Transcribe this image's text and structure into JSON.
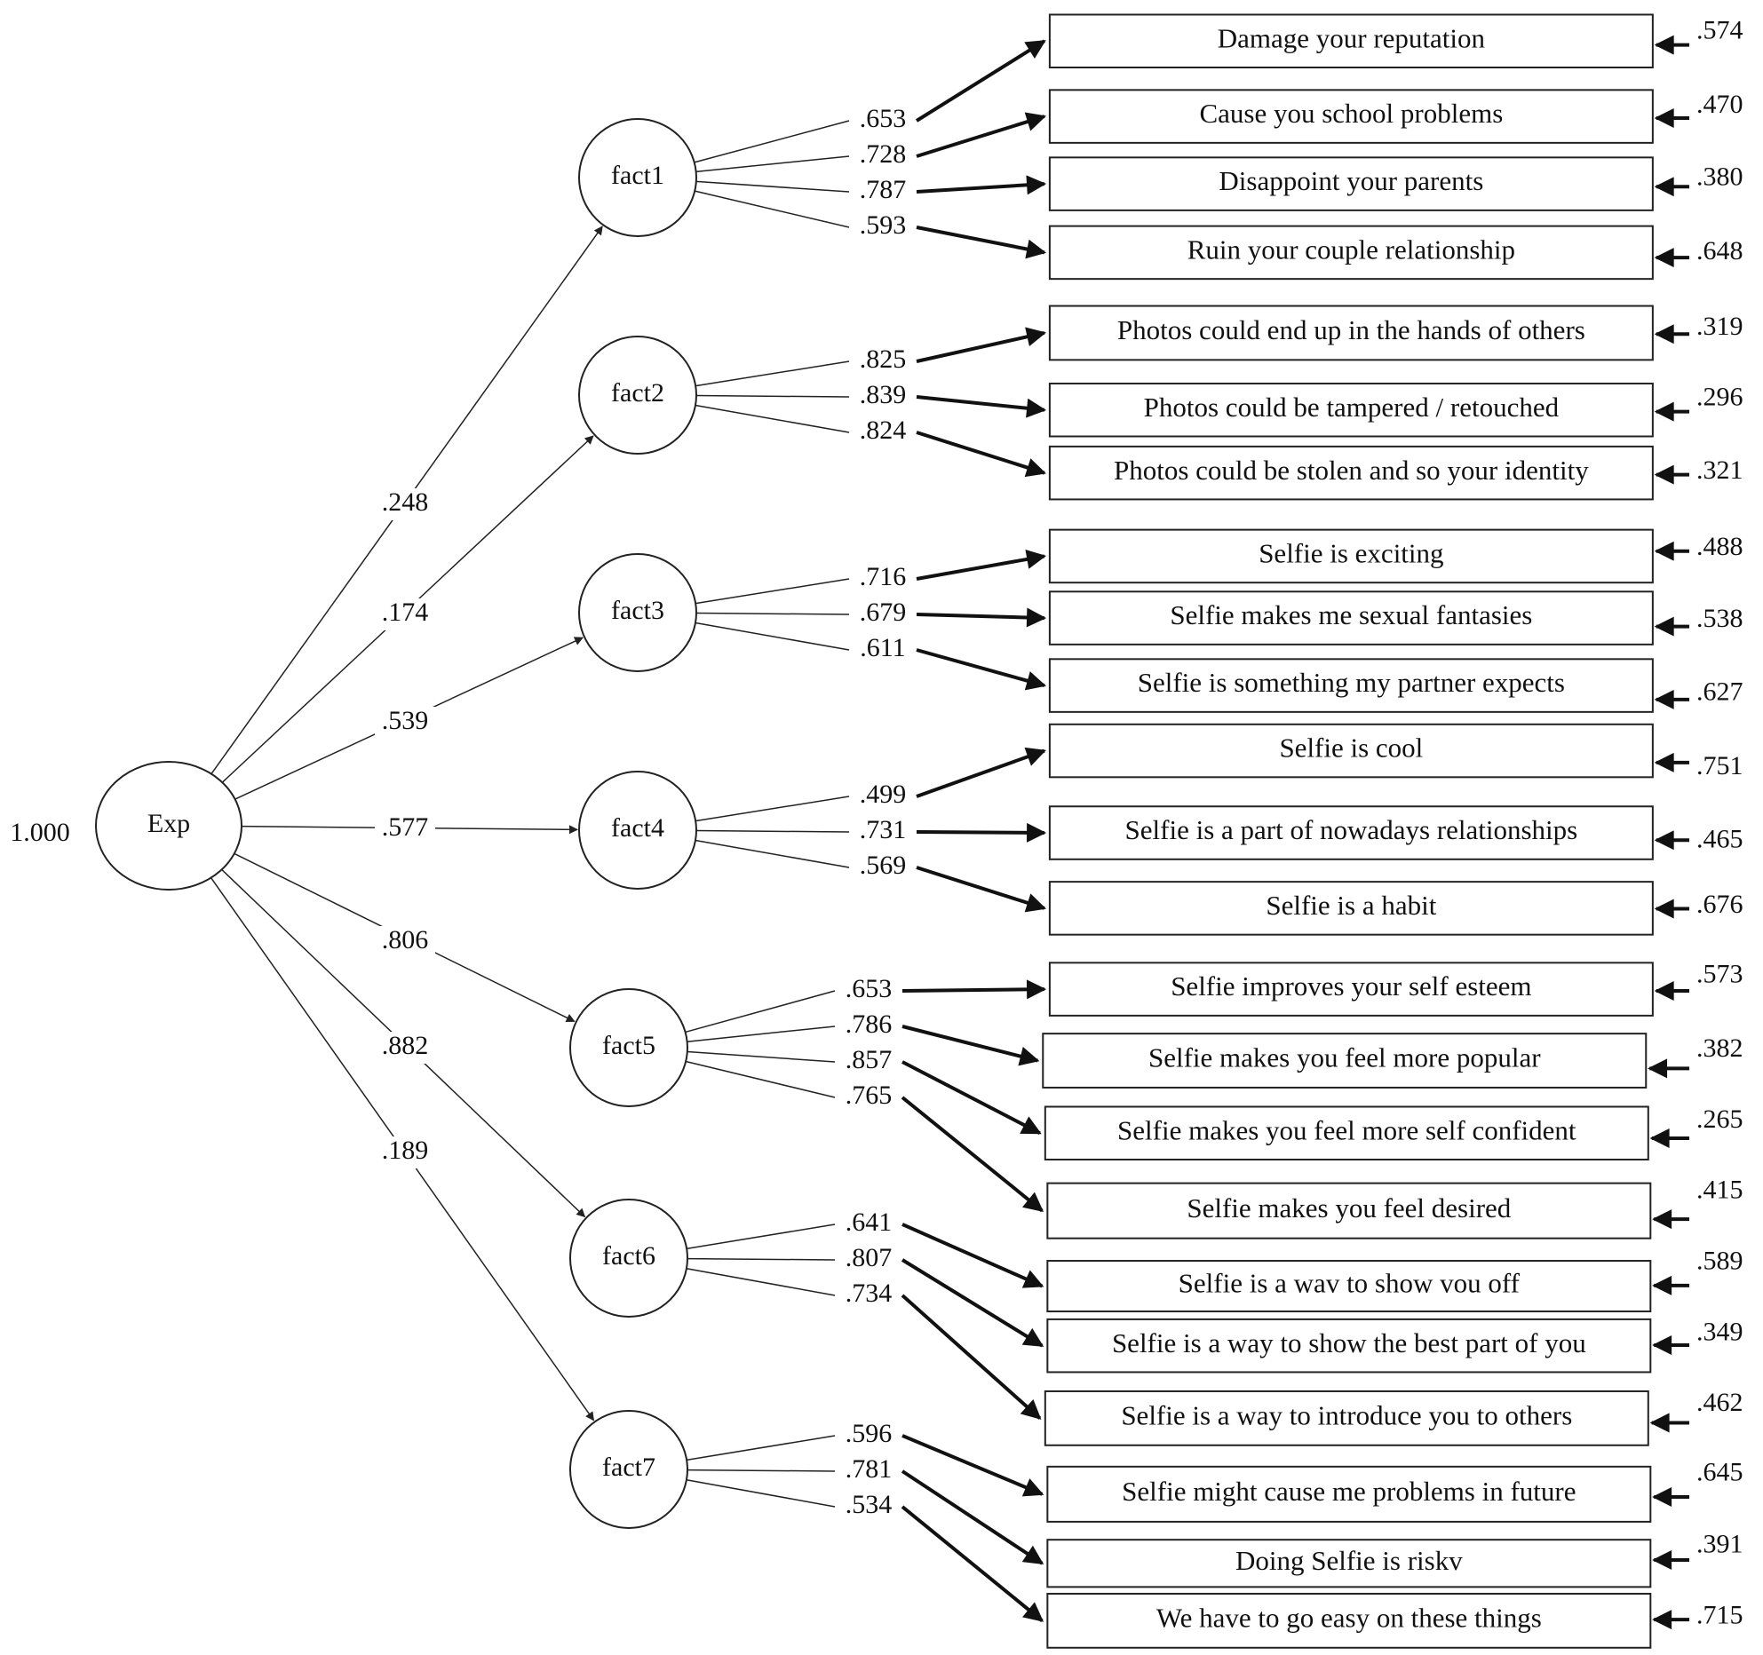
{
  "root": {
    "label": "Exp",
    "variance": "1.000"
  },
  "factors": [
    {
      "label": "fact1",
      "loading": ".248",
      "items": [
        {
          "text": "Damage your reputation",
          "loading": ".653",
          "error": ".574"
        },
        {
          "text": "Cause you school problems",
          "loading": ".728",
          "error": ".470"
        },
        {
          "text": "Disappoint your parents",
          "loading": ".787",
          "error": ".380"
        },
        {
          "text": "Ruin your couple relationship",
          "loading": ".593",
          "error": ".648"
        }
      ]
    },
    {
      "label": "fact2",
      "loading": ".174",
      "items": [
        {
          "text": "Photos could end up in the hands of others",
          "loading": ".825",
          "error": ".319"
        },
        {
          "text": "Photos could be tampered / retouched",
          "loading": ".839",
          "error": ".296"
        },
        {
          "text": "Photos could be stolen and so your identity",
          "loading": ".824",
          "error": ".321"
        }
      ]
    },
    {
      "label": "fact3",
      "loading": ".539",
      "items": [
        {
          "text": "Selfie is exciting",
          "loading": ".716",
          "error": ".488"
        },
        {
          "text": "Selfie makes me sexual fantasies",
          "loading": ".679",
          "error": ".538"
        },
        {
          "text": "Selfie is something my partner expects",
          "loading": ".611",
          "error": ".627"
        }
      ]
    },
    {
      "label": "fact4",
      "loading": ".577",
      "items": [
        {
          "text": "Selfie is cool",
          "loading": ".499",
          "error": ".751"
        },
        {
          "text": "Selfie is a part of nowadays relationships",
          "loading": ".731",
          "error": ".465"
        },
        {
          "text": "Selfie is a habit",
          "loading": ".569",
          "error": ".676"
        }
      ]
    },
    {
      "label": "fact5",
      "loading": ".806",
      "items": [
        {
          "text": "Selfie improves your self esteem",
          "loading": ".653",
          "error": ".573"
        },
        {
          "text": "Selfie makes you feel more popular",
          "loading": ".786",
          "error": ".382"
        },
        {
          "text": "Selfie makes you feel more self confident",
          "loading": ".857",
          "error": ".265"
        },
        {
          "text": "Selfie makes you feel desired",
          "loading": ".765",
          "error": ".415"
        }
      ]
    },
    {
      "label": "fact6",
      "loading": ".882",
      "items": [
        {
          "text": "Selfie is a wav to show vou off",
          "loading": ".641",
          "error": ".589"
        },
        {
          "text": "Selfie is a way to show the best part of you",
          "loading": ".807",
          "error": ".349"
        },
        {
          "text": "Selfie is a way to introduce you to others",
          "loading": ".734",
          "error": ".462"
        }
      ]
    },
    {
      "label": "fact7",
      "loading": ".189",
      "items": [
        {
          "text": "Selfie might cause me problems in future",
          "loading": ".596",
          "error": ".645"
        },
        {
          "text": "Doing Selfie is riskv",
          "loading": ".781",
          "error": ".391"
        },
        {
          "text": "We have to go easy on these things",
          "loading": ".534",
          "error": ".715"
        }
      ]
    }
  ]
}
